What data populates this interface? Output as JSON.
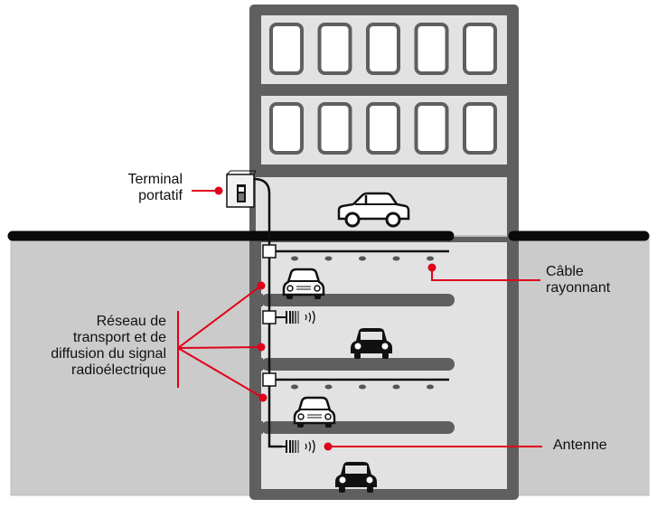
{
  "diagram": {
    "title": "Radio signal coverage in an underground car park",
    "colors": {
      "callout": "#e0001a",
      "building_frame": "#5f5f5f",
      "floor_fill": "#e2e2e2",
      "ground_fill": "#cbcbcb",
      "road": "#0a0a0a",
      "cable": "#111111"
    },
    "labels": {
      "terminal": {
        "lines": [
          "Terminal",
          "portatif"
        ]
      },
      "cable": {
        "lines": [
          "Câble",
          "rayonnant"
        ]
      },
      "network": {
        "lines": [
          "Réseau de",
          "transport et de",
          "diffusion du signal",
          "radioélectrique"
        ]
      },
      "antenna": {
        "lines": [
          "Antenne"
        ]
      }
    },
    "components": {
      "upper_floors": 2,
      "windows_per_floor": 5,
      "underground_levels": 4,
      "radiating_cables": 2,
      "antennas": 2,
      "couplers": 3,
      "cars": 5,
      "network_callout_points": 3
    }
  }
}
